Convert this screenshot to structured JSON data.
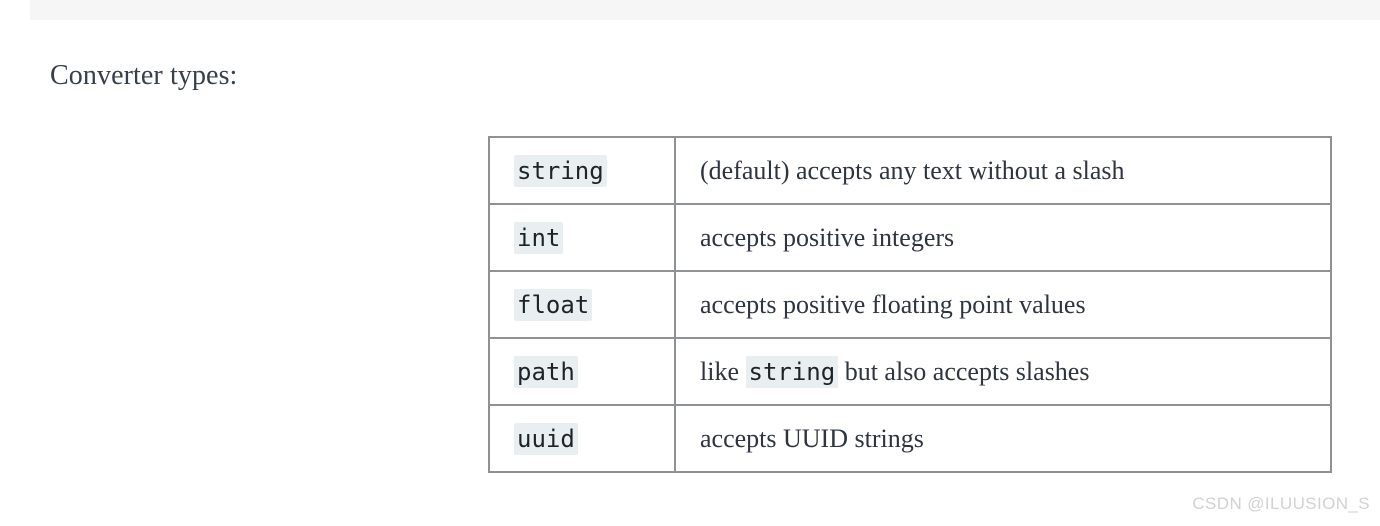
{
  "page": {
    "background_color": "#ffffff",
    "top_strip_color": "#f6f6f7",
    "heading": "Converter types:"
  },
  "table": {
    "border_color": "#8f9295",
    "code_background": "#e9eff1",
    "code_color": "#1d2329",
    "rows": [
      {
        "type": "string",
        "description_before": "(default) accepts any text without a slash",
        "description_code": "",
        "description_after": ""
      },
      {
        "type": "int",
        "description_before": "accepts positive integers",
        "description_code": "",
        "description_after": ""
      },
      {
        "type": "float",
        "description_before": "accepts positive floating point values",
        "description_code": "",
        "description_after": ""
      },
      {
        "type": "path",
        "description_before": "like ",
        "description_code": "string",
        "description_after": " but also accepts slashes"
      },
      {
        "type": "uuid",
        "description_before": "accepts UUID strings",
        "description_code": "",
        "description_after": ""
      }
    ]
  },
  "watermark": {
    "text": "CSDN @ILUUSION_S",
    "color": "#d2d2d4"
  }
}
